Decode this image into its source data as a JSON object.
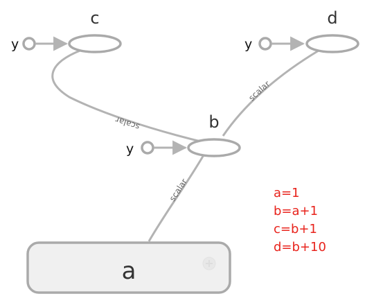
{
  "nodes": {
    "a": {
      "label": "a"
    },
    "b": {
      "label": "b"
    },
    "c": {
      "label": "c"
    },
    "d": {
      "label": "d"
    }
  },
  "inputs": {
    "b": {
      "label": "y"
    },
    "c": {
      "label": "y"
    },
    "d": {
      "label": "y"
    }
  },
  "edges": {
    "a_b": {
      "label": "scalar"
    },
    "b_c": {
      "label": "scalar"
    },
    "b_d": {
      "label": "scalar"
    }
  },
  "notes": [
    "a=1",
    "b=a+1",
    "c=b+1",
    "d=b+10"
  ],
  "colors": {
    "edge": "#b3b3b3",
    "node_stroke": "#aaaaaa",
    "node_fill": "#f0f0f0",
    "note_text": "#e8231c"
  }
}
